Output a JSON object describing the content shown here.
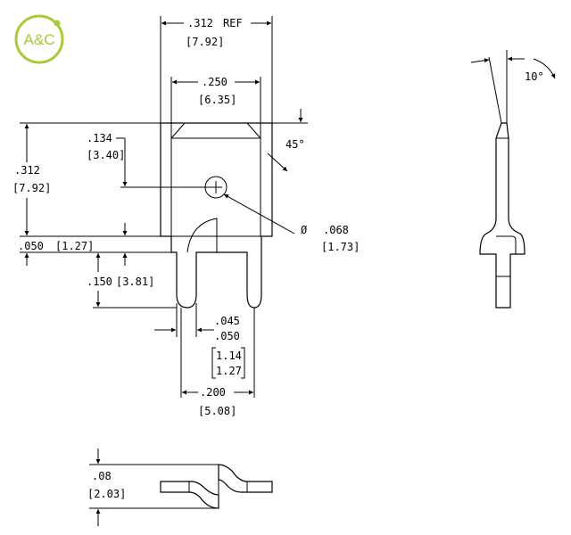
{
  "logo": {
    "text": "A&C",
    "color": "#a8c93a"
  },
  "front_view": {
    "overall_width": {
      "inch": ".312",
      "mm": "[7.92]",
      "note": "REF"
    },
    "inner_width": {
      "inch": ".250",
      "mm": "[6.35]"
    },
    "hole_offset": {
      "inch": ".134",
      "mm": "[3.40]"
    },
    "overall_height": {
      "inch": ".312",
      "mm": "[7.92]"
    },
    "chamfer_angle": "45°",
    "hole_diameter": {
      "symbol": "Ø",
      "inch": ".068",
      "mm": "[1.73]"
    },
    "shoulder_height": {
      "inch": ".050",
      "mm": "[1.27]"
    },
    "leg_length": {
      "inch": ".150",
      "mm": "[3.81]"
    },
    "slot_width": {
      "inch_min": ".045",
      "inch_max": ".050",
      "mm_min": "1.14",
      "mm_max": "1.27"
    },
    "leg_spacing": {
      "inch": ".200",
      "mm": "[5.08]"
    }
  },
  "side_view": {
    "angle": "10°"
  },
  "bottom_view": {
    "height": {
      "inch": ".08",
      "mm": "[2.03]"
    }
  }
}
